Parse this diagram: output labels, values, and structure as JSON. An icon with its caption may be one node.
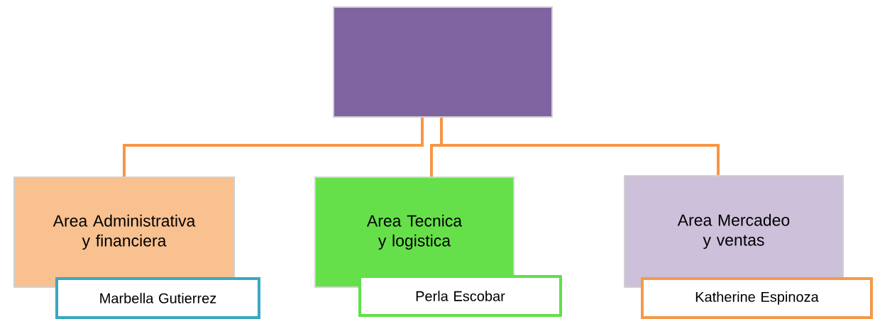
{
  "diagram": {
    "nodes": [
      {
        "text": [],
        "shape": "box"
      },
      {
        "text": [
          "Area Administrativa y financiera"
        ]
      },
      {
        "text": [
          "Area Tecnica y logistica"
        ]
      },
      {
        "text": [
          "Area Mercadeo y ventas"
        ]
      },
      {
        "text": [
          "Marbella   Gutierrez"
        ]
      },
      {
        "text": [
          "Perla   Escobar"
        ]
      },
      {
        "text": [
          "Katherine   Espinoza"
        ]
      }
    ],
    "edges": [
      {
        "from": 0,
        "to": 1,
        "arrow": "none"
      },
      {
        "from": 0,
        "to": 2,
        "arrow": "none"
      },
      {
        "from": 0,
        "to": 3,
        "arrow": "none"
      }
    ]
  }
}
